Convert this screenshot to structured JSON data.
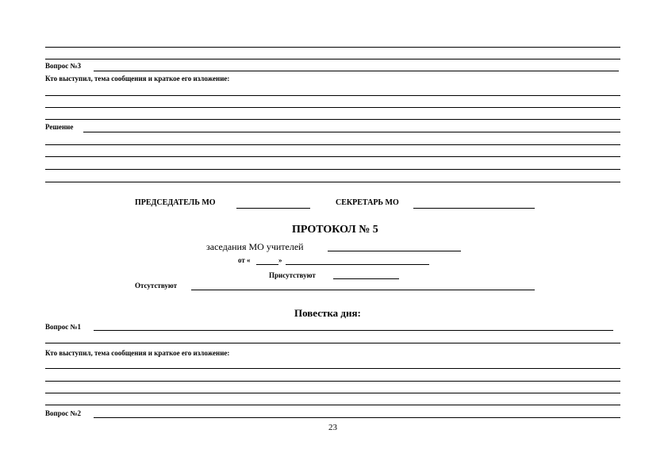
{
  "top_block": {
    "question3_label": "Вопрос №3",
    "speakers_label": "Кто выступил, тема сообщения и краткое его изложение:",
    "decision_label": "Решение"
  },
  "signatures": {
    "chair_label": "ПРЕДСЕДАТЕЛЬ МО",
    "secretary_label": "СЕКРЕТАРЬ МО"
  },
  "protocol": {
    "title": "ПРОТОКОЛ № 5",
    "meeting_label": "заседания МО учителей",
    "date_from": "от «",
    "date_close": "»",
    "present_label": "Присутствуют",
    "absent_label": "Отсутствуют"
  },
  "agenda": {
    "title": "Повестка дня:",
    "question1_label": "Вопрос №1",
    "speakers_label": "Кто выступил, тема сообщения и краткое его изложение:",
    "question2_label": "Вопрос №2"
  },
  "page_number": "23"
}
